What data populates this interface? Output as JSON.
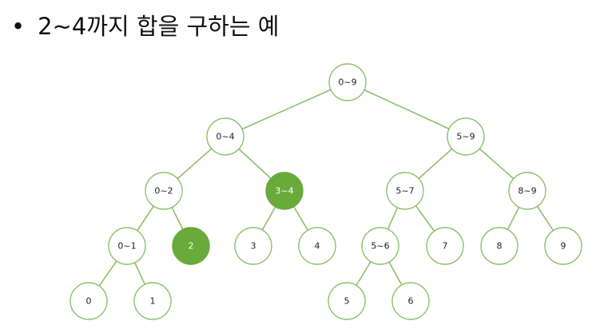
{
  "slide": {
    "bullet": "•",
    "title": "2~4까지 합을 구하는 예"
  },
  "tree": {
    "nodes": [
      {
        "id": "n0-9",
        "label": "0~9",
        "highlight": false
      },
      {
        "id": "n0-4",
        "label": "0~4",
        "highlight": false
      },
      {
        "id": "n5-9",
        "label": "5~9",
        "highlight": false
      },
      {
        "id": "n0-2",
        "label": "0~2",
        "highlight": false
      },
      {
        "id": "n3-4",
        "label": "3~4",
        "highlight": true
      },
      {
        "id": "n5-7",
        "label": "5~7",
        "highlight": false
      },
      {
        "id": "n8-9",
        "label": "8~9",
        "highlight": false
      },
      {
        "id": "n0-1",
        "label": "0~1",
        "highlight": false
      },
      {
        "id": "n2",
        "label": "2",
        "highlight": true
      },
      {
        "id": "n3",
        "label": "3",
        "highlight": false
      },
      {
        "id": "n4",
        "label": "4",
        "highlight": false
      },
      {
        "id": "n5-6",
        "label": "5~6",
        "highlight": false
      },
      {
        "id": "n7",
        "label": "7",
        "highlight": false
      },
      {
        "id": "n8",
        "label": "8",
        "highlight": false
      },
      {
        "id": "n9",
        "label": "9",
        "highlight": false
      },
      {
        "id": "n0",
        "label": "0",
        "highlight": false
      },
      {
        "id": "n1",
        "label": "1",
        "highlight": false
      },
      {
        "id": "n5",
        "label": "5",
        "highlight": false
      },
      {
        "id": "n6",
        "label": "6",
        "highlight": false
      }
    ],
    "edges": [
      [
        "n0-9",
        "n0-4"
      ],
      [
        "n0-9",
        "n5-9"
      ],
      [
        "n0-4",
        "n0-2"
      ],
      [
        "n0-4",
        "n3-4"
      ],
      [
        "n5-9",
        "n5-7"
      ],
      [
        "n5-9",
        "n8-9"
      ],
      [
        "n0-2",
        "n0-1"
      ],
      [
        "n0-2",
        "n2"
      ],
      [
        "n3-4",
        "n3"
      ],
      [
        "n3-4",
        "n4"
      ],
      [
        "n5-7",
        "n5-6"
      ],
      [
        "n5-7",
        "n7"
      ],
      [
        "n8-9",
        "n8"
      ],
      [
        "n8-9",
        "n9"
      ],
      [
        "n0-1",
        "n0"
      ],
      [
        "n0-1",
        "n1"
      ],
      [
        "n5-6",
        "n5"
      ],
      [
        "n5-6",
        "n6"
      ]
    ]
  }
}
